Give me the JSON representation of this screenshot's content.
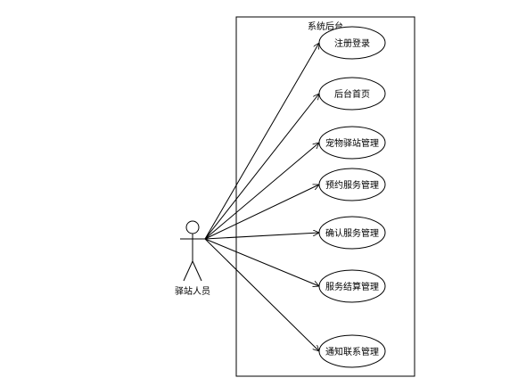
{
  "system": {
    "title": "系统后台"
  },
  "actor": {
    "name": "驿站人员"
  },
  "use_cases": [
    {
      "label": "注册登录"
    },
    {
      "label": "后台首页"
    },
    {
      "label": "宠物驿站管理"
    },
    {
      "label": "预约服务管理"
    },
    {
      "label": "确认服务管理"
    },
    {
      "label": "服务结算管理"
    },
    {
      "label": "通知联系管理"
    }
  ],
  "colors": {
    "stroke": "#000000",
    "background": "#ffffff"
  }
}
